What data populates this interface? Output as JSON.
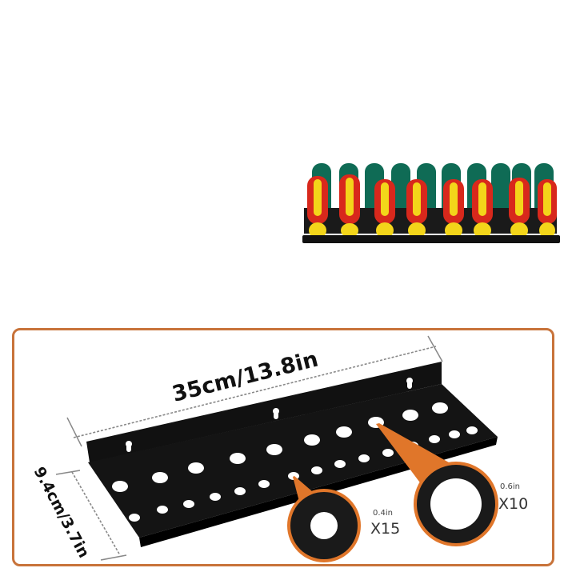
{
  "product_photo": {
    "alt": "screwdriver rack holding 10 screwdrivers",
    "screwdriver_count": 10,
    "colors": {
      "handle_red": "#d8281c",
      "handle_yellow": "#f3d51a",
      "handle_green": "#0f6b55",
      "rack": "#111111"
    }
  },
  "frame": {
    "border_color": "#c8733a"
  },
  "dimensions": {
    "length_label": "35cm/13.8in",
    "height_label": "9.4cm/3.7in"
  },
  "hole_specs": [
    {
      "size": "0.4in",
      "count": "X15"
    },
    {
      "size": "0.6in",
      "count": "X10"
    }
  ],
  "colors": {
    "callout_orange": "#e0762a",
    "bracket": "#111111"
  }
}
